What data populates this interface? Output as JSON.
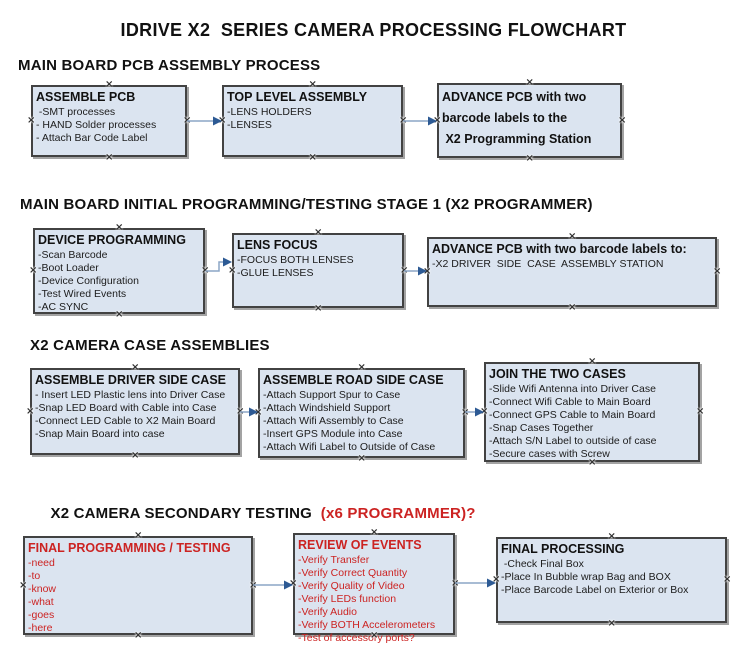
{
  "title": "IDRIVE X2  SERIES CAMERA PROCESSING FLOWCHART",
  "colors": {
    "box_fill": "#dbe4f0",
    "box_border": "#424242",
    "arrow_line": "#8ca6c6",
    "arrow_head": "#2d5a94",
    "red_text": "#cc2322",
    "black_text": "#1c1c1c"
  },
  "sections": [
    {
      "heading": "MAIN BOARD PCB ASSEMBLY PROCESS",
      "boxes": [
        {
          "title": "ASSEMBLE PCB",
          "items": [
            " -SMT processes",
            "- HAND Solder processes",
            "- Attach Bar Code Label"
          ]
        },
        {
          "title": "TOP LEVEL ASSEMBLY",
          "items": [
            "-LENS HOLDERS",
            "-LENSES"
          ]
        },
        {
          "title_lines": [
            "ADVANCE PCB with two",
            "barcode labels to the",
            " X2 Programming Station"
          ]
        }
      ]
    },
    {
      "heading": "MAIN BOARD INITIAL PROGRAMMING/TESTING STAGE 1 (X2 PROGRAMMER)",
      "boxes": [
        {
          "title": "DEVICE PROGRAMMING",
          "items": [
            "-Scan Barcode",
            "-Boot Loader",
            "-Device Configuration",
            "-Test Wired Events",
            "-AC SYNC"
          ]
        },
        {
          "title": "LENS FOCUS",
          "items": [
            "-FOCUS BOTH LENSES",
            "-GLUE LENSES"
          ]
        },
        {
          "title": "ADVANCE PCB with two barcode labels to:",
          "items": [
            "-X2 DRIVER  SIDE  CASE  ASSEMBLY STATION"
          ]
        }
      ]
    },
    {
      "heading": "X2 CAMERA CASE ASSEMBLIES",
      "boxes": [
        {
          "title": "ASSEMBLE DRIVER SIDE CASE",
          "items": [
            "- Insert LED Plastic lens into Driver Case",
            "-Snap LED Board with Cable into Case",
            "-Connect LED Cable to X2 Main Board",
            "-Snap Main Board into case"
          ]
        },
        {
          "title": "ASSEMBLE ROAD SIDE CASE",
          "items": [
            "-Attach Support Spur to Case",
            "-Attach Windshield Support",
            "-Attach Wifi Assembly to Case",
            "-Insert GPS Module into Case",
            "-Attach Wifi Label to Outside of Case"
          ]
        },
        {
          "title": "JOIN THE TWO CASES",
          "items": [
            "-Slide Wifi Antenna into Driver Case",
            "-Connect Wifi Cable to Main Board",
            "-Connect GPS Cable to Main Board",
            "-Snap Cases Together",
            "-Attach S/N Label to outside of case",
            "-Secure cases with Screw"
          ]
        }
      ]
    },
    {
      "heading": "X2 CAMERA SECONDARY TESTING",
      "heading_suffix": "  (x6 PROGRAMMER)?",
      "boxes": [
        {
          "title": "FINAL PROGRAMMING / TESTING",
          "items": [
            "-need",
            "-to",
            "-know",
            "-what",
            "-goes",
            "-here"
          ]
        },
        {
          "title": "REVIEW OF EVENTS",
          "items": [
            "-Verify Transfer",
            "-Verify Correct Quantity",
            "-Verify Quality of Video",
            "-Verify LEDs function",
            "-Verify Audio",
            "-Verify BOTH Accelerometers",
            "-Test of accessory ports?"
          ]
        },
        {
          "title": "FINAL PROCESSING",
          "items": [
            " -Check Final Box",
            "-Place In Bubble wrap Bag and BOX",
            "-Place Barcode Label on Exterior or Box"
          ]
        }
      ]
    }
  ]
}
